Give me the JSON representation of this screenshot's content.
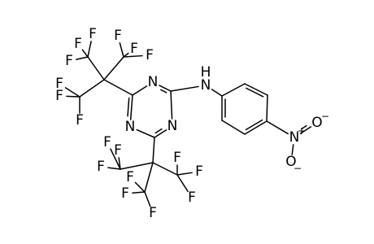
{
  "molecule": {
    "atom_labels": {
      "n_ring_top": "N",
      "n_ring_right": "N",
      "n_ring_left": "N",
      "n_amine": "N",
      "h_amine": "H",
      "n_nitro": "N",
      "o_nitro_top": "O",
      "o_nitro_bottom": "O",
      "plus_charge": "+",
      "minus_charge": "−",
      "fluorine": "F"
    }
  }
}
